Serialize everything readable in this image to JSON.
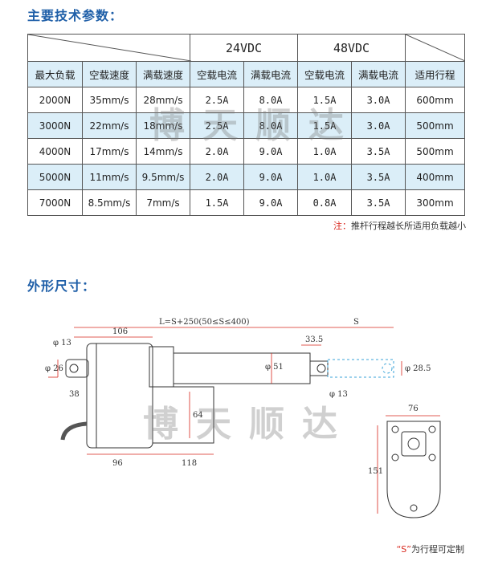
{
  "titles": {
    "tech": "主要技术参数：",
    "dimensions": "外形尺寸："
  },
  "table": {
    "voltage_24": "24VDC",
    "voltage_48": "48VDC",
    "headers": [
      "最大负载",
      "空载速度",
      "满载速度",
      "空载电流",
      "满载电流",
      "空载电流",
      "满载电流",
      "适用行程"
    ],
    "rows": [
      [
        "2000N",
        "35mm/s",
        "28mm/s",
        "2.5A",
        "8.0A",
        "1.5A",
        "3.0A",
        "600mm"
      ],
      [
        "3000N",
        "22mm/s",
        "18mm/s",
        "2.5A",
        "8.0A",
        "1.5A",
        "3.0A",
        "500mm"
      ],
      [
        "4000N",
        "17mm/s",
        "14mm/s",
        "2.0A",
        "9.0A",
        "1.0A",
        "3.5A",
        "500mm"
      ],
      [
        "5000N",
        "11mm/s",
        "9.5mm/s",
        "2.0A",
        "9.0A",
        "1.0A",
        "3.5A",
        "400mm"
      ],
      [
        "7000N",
        "8.5mm/s",
        "7mm/s",
        "1.5A",
        "9.0A",
        "0.8A",
        "3.5A",
        "300mm"
      ]
    ]
  },
  "note": {
    "prefix": "注：",
    "text": "推杆行程越长所适用负载越小"
  },
  "watermark": "博天顺达",
  "drawing": {
    "length_formula": "L=S+250(50≤S≤400)",
    "stroke": "S",
    "d106": "106",
    "d335": "33.5",
    "d13_left": "φ 13",
    "d26": "φ 26",
    "d38": "38",
    "d51": "φ 51",
    "d285": "φ 28.5",
    "d13_right": "φ 13",
    "d64": "64",
    "d96": "96",
    "d118": "118",
    "d76": "76",
    "d151": "151"
  },
  "footer": {
    "quote_s": "“S”",
    "text": "为行程可定制"
  },
  "colors": {
    "title_blue": "#1f5fa8",
    "row_blue": "#dbeef8",
    "note_red": "#d8261c",
    "dim_red": "#d8261c"
  }
}
